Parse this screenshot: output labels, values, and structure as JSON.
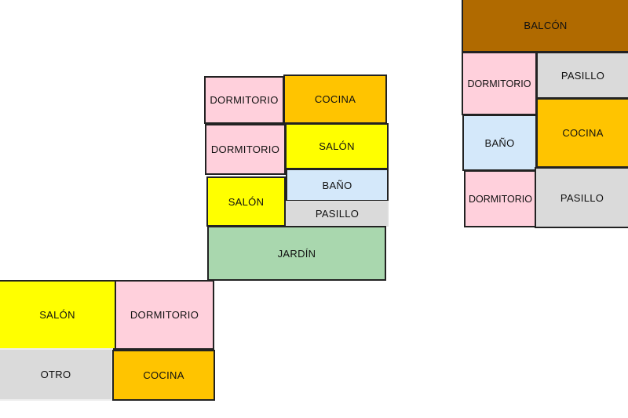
{
  "plans": {
    "center": {
      "r1": "DORMITORIO",
      "r2": "COCINA",
      "r3": "DORMITORIO",
      "r4": "SALÓN",
      "r5": "SALÓN",
      "r6": "BAÑO",
      "r7": "PASILLO",
      "r8": "JARDÍN"
    },
    "bottom_left": {
      "r1": "SALÓN",
      "r2": "DORMITORIO",
      "r3": "OTRO",
      "r4": "COCINA"
    },
    "top_right": {
      "r1": "BALCÓN",
      "r2": "DORMITORIO",
      "r3": "PASILLO",
      "r4": "BAÑO",
      "r5": "COCINA",
      "r6": "DORMITORIO",
      "r7": "PASILLO"
    }
  },
  "colors": {
    "dormitorio": "#ffd0dc",
    "cocina": "#ffc400",
    "salon": "#ffff00",
    "bano": "#d4e8fa",
    "pasillo": "#dadada",
    "jardin": "#a9d7ae",
    "balcon": "#b06a00"
  }
}
